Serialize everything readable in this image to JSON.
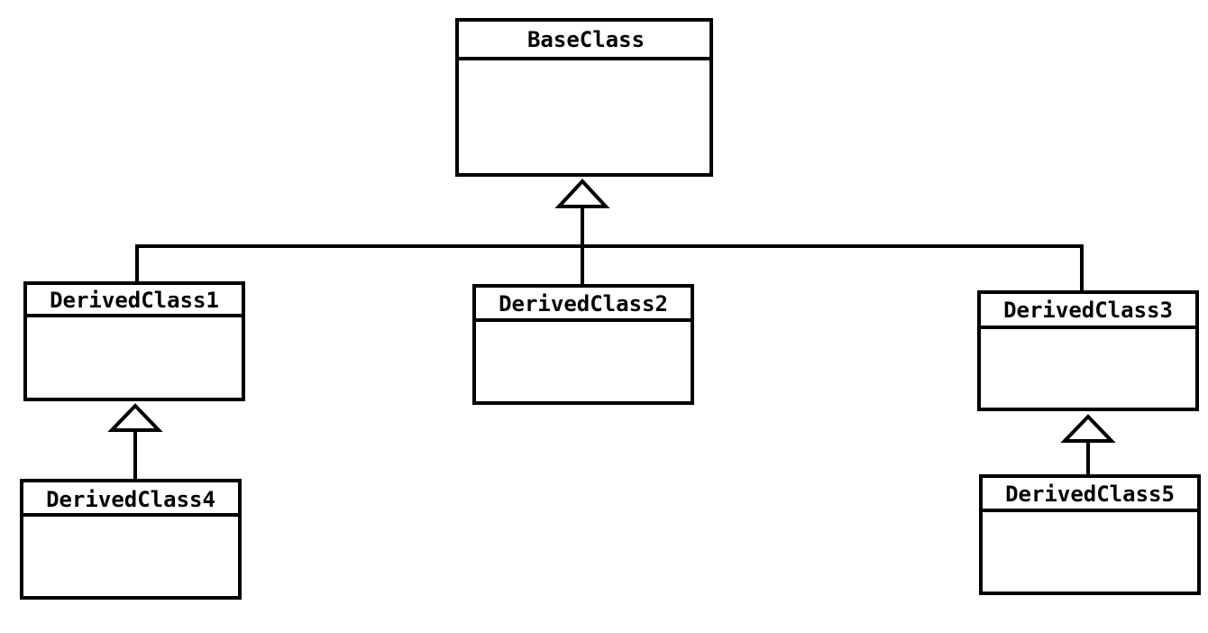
{
  "diagram": {
    "type": "uml-class-inheritance",
    "classes": {
      "base": "BaseClass",
      "derived1": "DerivedClass1",
      "derived2": "DerivedClass2",
      "derived3": "DerivedClass3",
      "derived4": "DerivedClass4",
      "derived5": "DerivedClass5"
    },
    "relations": [
      {
        "child": "DerivedClass1",
        "parent": "BaseClass",
        "kind": "generalization"
      },
      {
        "child": "DerivedClass2",
        "parent": "BaseClass",
        "kind": "generalization"
      },
      {
        "child": "DerivedClass3",
        "parent": "BaseClass",
        "kind": "generalization"
      },
      {
        "child": "DerivedClass4",
        "parent": "DerivedClass1",
        "kind": "generalization"
      },
      {
        "child": "DerivedClass5",
        "parent": "DerivedClass3",
        "kind": "generalization"
      }
    ],
    "colors": {
      "stroke": "#000000",
      "background": "#ffffff"
    }
  }
}
